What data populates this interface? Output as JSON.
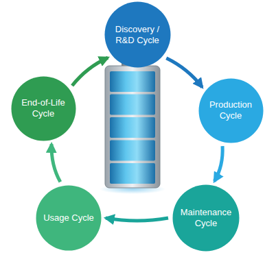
{
  "diagram": {
    "nodes": [
      {
        "text": [
          "Discovery / R&D Cycle"
        ]
      },
      {
        "text": [
          "Production Cycle"
        ]
      },
      {
        "text": [
          "Maintenance Cycle"
        ]
      },
      {
        "text": [
          "Usage Cycle"
        ]
      },
      {
        "text": [
          "End-of-Life Cycle"
        ]
      }
    ],
    "edges": [
      {
        "from": 0,
        "to": 1,
        "arrow": "to"
      },
      {
        "from": 1,
        "to": 2,
        "arrow": "to"
      },
      {
        "from": 2,
        "to": 3,
        "arrow": "to"
      },
      {
        "from": 3,
        "to": 4,
        "arrow": "to"
      },
      {
        "from": 4,
        "to": 0,
        "arrow": "to"
      }
    ]
  }
}
